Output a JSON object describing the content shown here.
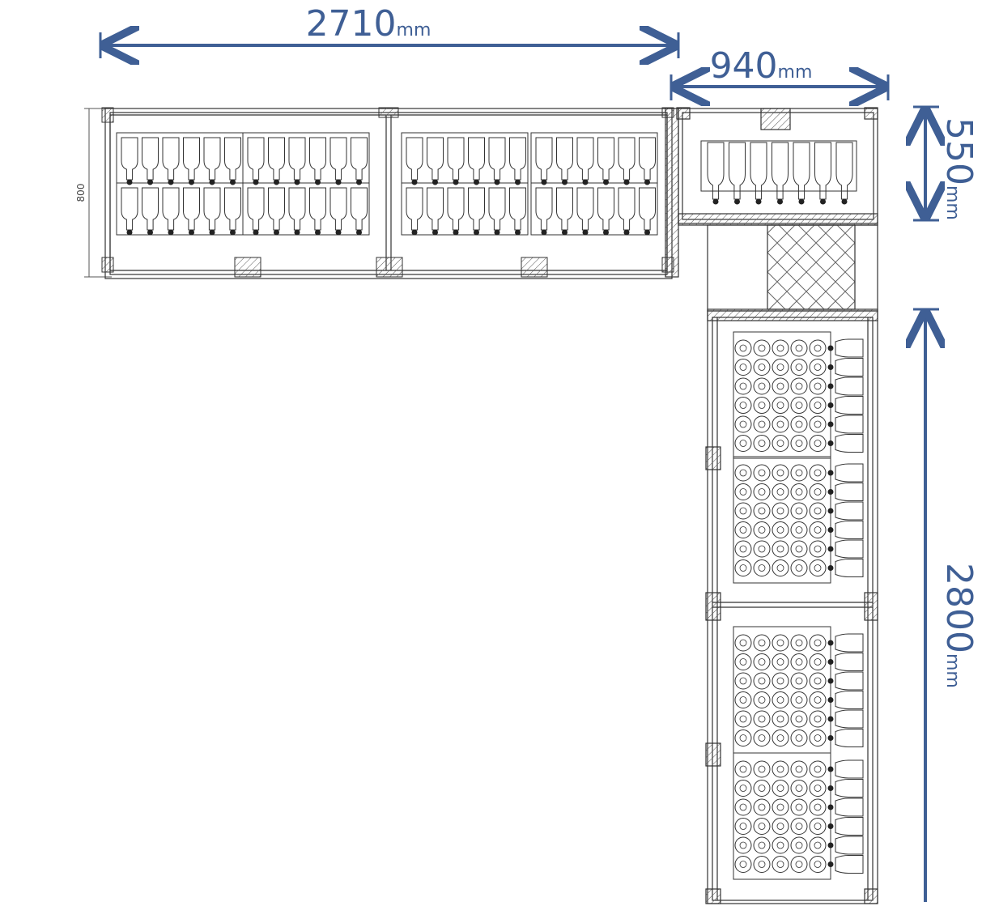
{
  "dimensions": {
    "top_width": {
      "value": "2710",
      "unit": "mm"
    },
    "right_width": {
      "value": "940",
      "unit": "mm"
    },
    "top_right_depth": {
      "value": "550",
      "unit": "mm"
    },
    "right_length": {
      "value": "2800",
      "unit": "mm"
    },
    "left_depth": {
      "value": "800"
    }
  },
  "colors": {
    "dimension": "#3f5f95",
    "line": "#333333",
    "hatch": "#555555"
  }
}
